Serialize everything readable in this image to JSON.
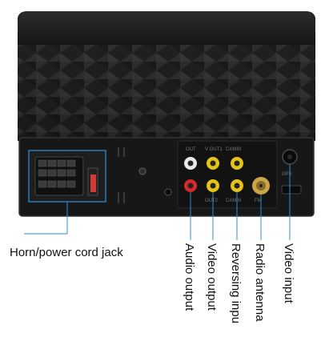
{
  "labels": {
    "horn_power": "Horn/power cord jack",
    "audio_output": "Audio output",
    "video_output": "Video output",
    "reversing_input": "Reversing inpu",
    "radio_antenna": "Radio antenna",
    "video_input": "Video input"
  },
  "panel_text": {
    "out": "OUT",
    "v_out1": "V OUT1",
    "cam_in": "CAMIN",
    "out2": "OUT2",
    "cam_in2": "CAMIN",
    "fm": "FM",
    "gps": "GPS"
  },
  "colors": {
    "housing": "#1b1b1b",
    "panel": "#141414",
    "leader_line": "#2f8fd8",
    "rca_white": "#e8e8e8",
    "rca_red": "#d42a2a",
    "rca_yellow": "#e6c417",
    "antenna_gold": "#c9a64a",
    "fuse": "#d23b35"
  }
}
